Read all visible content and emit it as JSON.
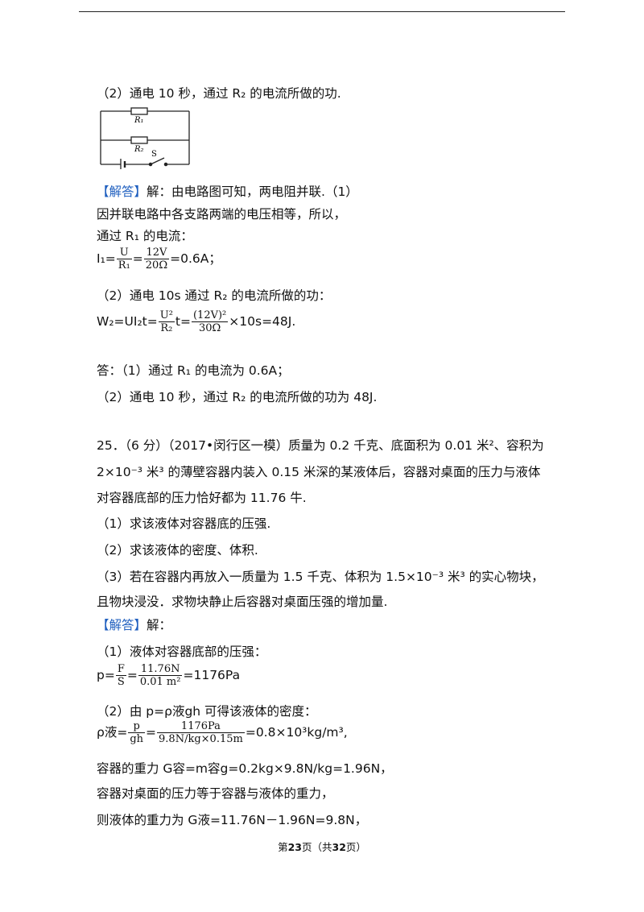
{
  "q24": {
    "part2_question": "（2）通电 10 秒，通过 R₂ 的电流所做的功.",
    "circuit": {
      "r1_label": "R₁",
      "r2_label": "R₂",
      "s_label": "S"
    },
    "answer_tag": "【解答】",
    "answer_intro": "解：由电路图可知，两电阻并联.（1）",
    "line2": "因并联电路中各支路两端的电压相等，所以，",
    "line3": "通过 R₁ 的电流：",
    "i1": {
      "lhs": "I₁=",
      "f1n": "U",
      "f1d": "R₁",
      "eq": "=",
      "f2n": "12V",
      "f2d": "20Ω",
      "rhs": "=0.6A；"
    },
    "part2_work": "（2）通电 10s 通过 R₂ 的电流所做的功：",
    "w2": {
      "lhs": "W₂=UI₂t=",
      "f1n": "U²",
      "f1d": "R₂",
      "mid": "t=",
      "f2n": "(12V)²",
      "f2d": "30Ω",
      "rhs": "×10s=48J."
    },
    "ans1": "答：（1）通过 R₁ 的电流为 0.6A；",
    "ans2": "（2）通电 10 秒，通过 R₂ 的电流所做的功为 48J."
  },
  "q25": {
    "stem1": "25．（6 分）（2017•闵行区一模）质量为 0.2 千克、底面积为 0.01 米²、容积为",
    "stem2": "2×10⁻³ 米³ 的薄壁容器内装入 0.15 米深的某液体后，容器对桌面的压力与液体",
    "stem3": "对容器底部的压力恰好都为 11.76 牛.",
    "q1": "（1）求该液体对容器底的压强.",
    "q2": "（2）求该液体的密度、体积.",
    "q3a": "（3）若在容器内再放入一质量为 1.5 千克、体积为 1.5×10⁻³ 米³ 的实心物块，",
    "q3b": "且物块浸没．求物块静止后容器对桌面压强的增加量.",
    "answer_tag": "【解答】",
    "answer_rest": "解：",
    "s1": "（1）液体对容器底部的压强：",
    "p": {
      "lhs": "p=",
      "f1n": "F",
      "f1d": "S",
      "eq": "=",
      "f2n": "11.76N",
      "f2d": "0.01 m²",
      "rhs": "=1176Pa"
    },
    "s2": "（2）由 p=ρ液gh 可得该液体的密度：",
    "rho": {
      "lhs": "ρ液=",
      "f1n": "p",
      "f1d": "gh",
      "eq": "=",
      "f2n": "1176Pa",
      "f2d": "9.8N/kg×0.15m",
      "rhs": "=0.8×10³kg/m³,"
    },
    "s3": "容器的重力 G容=m容g=0.2kg×9.8N/kg=1.96N，",
    "s4": "容器对桌面的压力等于容器与液体的重力，",
    "s5": "则液体的重力为 G液=11.76N－1.96N=9.8N，"
  },
  "footer": {
    "pre": "第",
    "page": "23",
    "mid": "页（共",
    "total": "32",
    "post": "页）"
  }
}
